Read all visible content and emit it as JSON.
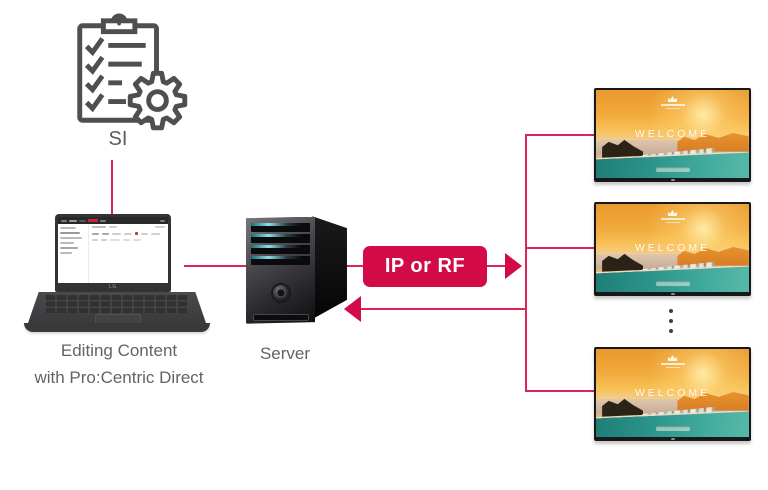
{
  "diagram": {
    "si": {
      "label": "SI"
    },
    "laptop": {
      "caption_line1": "Editing Content",
      "caption_line2": "with Pro:Centric Direct",
      "bezel_logo": "LG"
    },
    "server": {
      "label": "Server"
    },
    "transport": {
      "label": "IP or RF"
    },
    "displays": {
      "screen_text": "WELCOME",
      "visible_count": 3
    }
  },
  "icons": {
    "si_icon": "clipboard-checklist-with-gear",
    "server_icon": "tower-server",
    "laptop_icon": "laptop-with-cms-screen",
    "display_icon": "hotel-tv-welcome-screen",
    "more_icon": "vertical-ellipsis"
  },
  "colors": {
    "accent": "#d20a47",
    "line": "#dc2456",
    "label_gray": "#636363",
    "tv_water_teal": "#2e968c",
    "tv_sky_orange": "#f1aa3c"
  }
}
